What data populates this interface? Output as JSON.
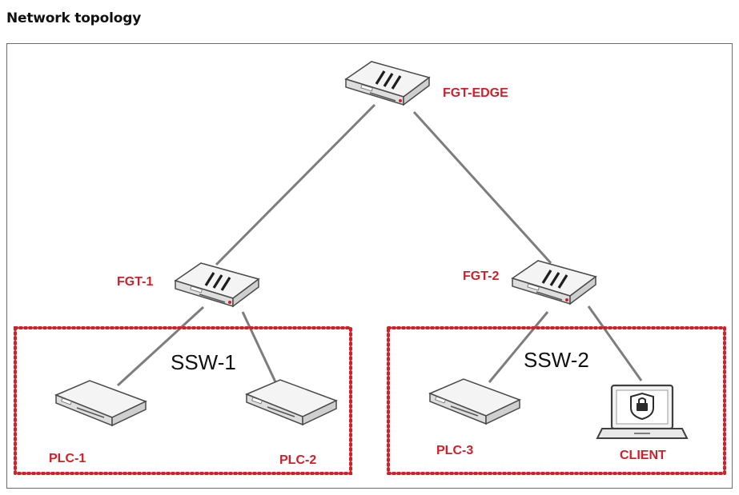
{
  "page": {
    "title": "Network topology"
  },
  "colors": {
    "label_red": "#d0202a",
    "zone_border": "#d0202a",
    "link_line": "#7d7d7d",
    "device_body": "#f2f2f2",
    "device_edge": "#4a4a4a"
  },
  "devices": {
    "fgt_edge": {
      "label": "FGT-EDGE",
      "icon": "firewall-icon"
    },
    "fgt_1": {
      "label": "FGT-1",
      "icon": "firewall-icon"
    },
    "fgt_2": {
      "label": "FGT-2",
      "icon": "firewall-icon"
    },
    "plc_1": {
      "label": "PLC-1",
      "icon": "switch-icon"
    },
    "plc_2": {
      "label": "PLC-2",
      "icon": "switch-icon"
    },
    "plc_3": {
      "label": "PLC-3",
      "icon": "switch-icon"
    },
    "client": {
      "label": "CLIENT",
      "icon": "laptop-icon"
    }
  },
  "zones": {
    "ssw_1": {
      "label": "SSW-1"
    },
    "ssw_2": {
      "label": "SSW-2"
    }
  }
}
